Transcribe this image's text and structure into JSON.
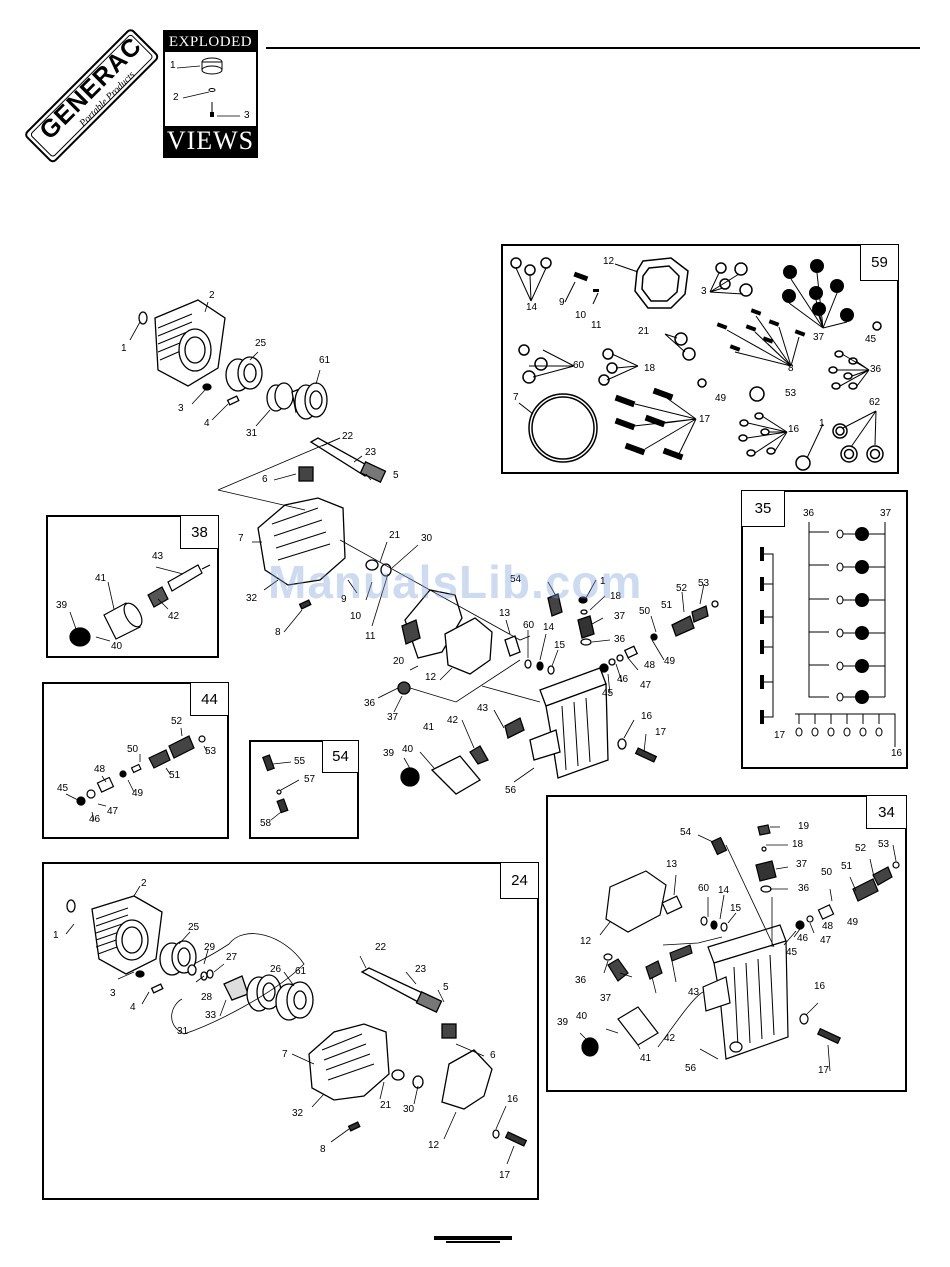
{
  "header": {
    "brand": "GENERAC",
    "brand_sub": "Portable Products",
    "badge_top": "EXPLODED",
    "badge_bottom": "VIEWS",
    "badge_callouts": [
      "1",
      "2",
      "3"
    ]
  },
  "watermark": "ManualsLib.com",
  "insets": {
    "i59": {
      "tag": "59",
      "callouts": [
        "14",
        "12",
        "3",
        "9",
        "10",
        "11",
        "37",
        "45",
        "21",
        "8",
        "60",
        "18",
        "36",
        "7",
        "17",
        "49",
        "53",
        "16",
        "1",
        "62"
      ]
    },
    "i35": {
      "tag": "35",
      "callouts": [
        "36",
        "37",
        "17",
        "16"
      ]
    },
    "i38": {
      "tag": "38",
      "callouts": [
        "43",
        "41",
        "42",
        "39",
        "40"
      ]
    },
    "i44": {
      "tag": "44",
      "callouts": [
        "52",
        "53",
        "50",
        "51",
        "48",
        "49",
        "45",
        "47",
        "46"
      ]
    },
    "i54": {
      "tag": "54",
      "callouts": [
        "55",
        "57",
        "58"
      ]
    },
    "i24": {
      "tag": "24",
      "callouts": [
        "2",
        "1",
        "25",
        "29",
        "27",
        "3",
        "28",
        "26",
        "61",
        "4",
        "33",
        "22",
        "23",
        "5",
        "31",
        "6",
        "7",
        "32",
        "21",
        "30",
        "8",
        "12",
        "16",
        "17"
      ]
    },
    "i34": {
      "tag": "34",
      "callouts": [
        "54",
        "19",
        "18",
        "13",
        "37",
        "36",
        "60",
        "14",
        "15",
        "53",
        "52",
        "51",
        "50",
        "49",
        "12",
        "48",
        "46",
        "47",
        "45",
        "36",
        "37",
        "43",
        "16",
        "39",
        "40",
        "42",
        "41",
        "56",
        "17"
      ]
    }
  },
  "main_callouts": [
    "2",
    "1",
    "25",
    "61",
    "3",
    "4",
    "31",
    "22",
    "23",
    "6",
    "5",
    "7",
    "21",
    "30",
    "32",
    "9",
    "8",
    "10",
    "11",
    "54",
    "18",
    "37",
    "36",
    "1",
    "52",
    "53",
    "51",
    "50",
    "13",
    "60",
    "14",
    "15",
    "20",
    "12",
    "45",
    "46",
    "48",
    "49",
    "47",
    "36",
    "37",
    "42",
    "43",
    "16",
    "17",
    "39",
    "40",
    "41",
    "56"
  ]
}
